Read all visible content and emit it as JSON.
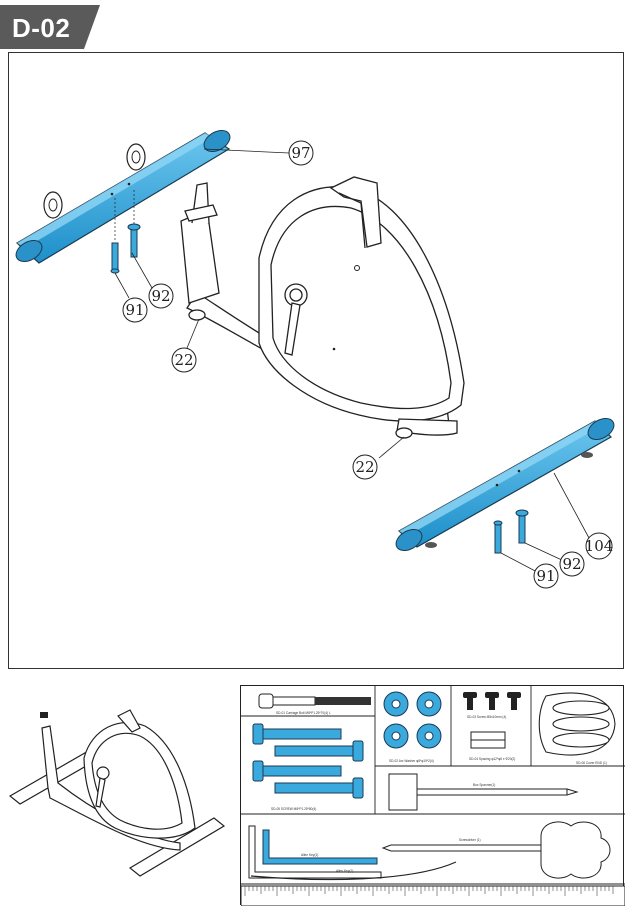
{
  "step": {
    "label": "D-02"
  },
  "callouts": {
    "c97": "97",
    "c92_left": "92",
    "c91_left": "91",
    "c22_top": "22",
    "c22_bottom": "22",
    "c104": "104",
    "c92_right": "92",
    "c91_right": "91"
  },
  "parts_card": {
    "carriage_bolt_label": "SD-01 Carriage Bolt  M8*P1.25*70(4) L",
    "washers_label": "SD-02 Arc Washer φ8*φ19*2(4)",
    "screws_label": "SD-03 Screw M5x10mm (4)",
    "spacer_label": "SD-04 Spacing φ12*φ6 x Φ20(2)",
    "bolts_label": "SD-05 SCREW  M8*P1.25*80(4)",
    "cap_label": "SD-06 Cover END (1)",
    "box_spanner_label": "Box Spanner(1)",
    "screwdriver_label": "Screwdriver (1)",
    "allen_key_1": "Allen Key(1)",
    "allen_key_2": "Allen Key(1)"
  },
  "colors": {
    "step_tab": "#5a5a5a",
    "stabilizer_blue": "#2ea5de",
    "line": "#222222"
  }
}
